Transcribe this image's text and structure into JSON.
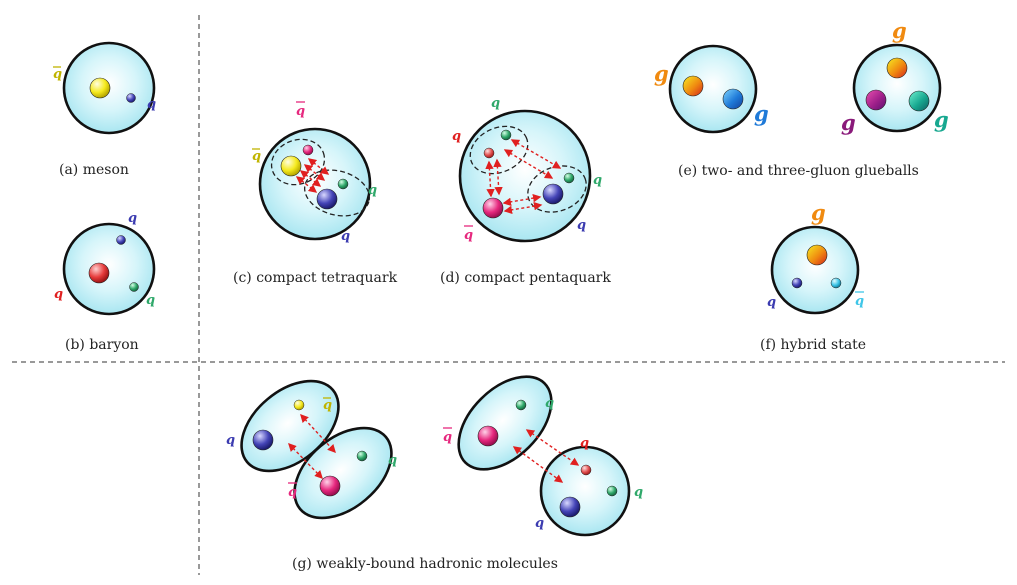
{
  "captions": {
    "meson": "(a) meson",
    "baryon": "(b) baryon",
    "tetraquark": "(c) compact tetraquark",
    "pentaquark": "(d) compact pentaquark",
    "glueballs": "(e) two- and three-gluon glueballs",
    "hybrid": "(f) hybrid state",
    "molecules": "(g) weakly-bound hadronic molecules"
  },
  "symbols": {
    "quark": "q",
    "gluon": "g",
    "antiquark_overbar_note": "q̄"
  },
  "colors": {
    "hadron_fill_center": "#ffffff",
    "hadron_fill_edge": "#b8ecf4",
    "outline": "#111111",
    "yellow": "#f5ea1e",
    "red": "#e63b3b",
    "green": "#2fa86a",
    "blue": "#3b3bb0",
    "magenta": "#e6287e",
    "cyan": "#3fc6e8",
    "gluon_orange": "#f08a10",
    "interaction_arrow": "#e02020"
  }
}
